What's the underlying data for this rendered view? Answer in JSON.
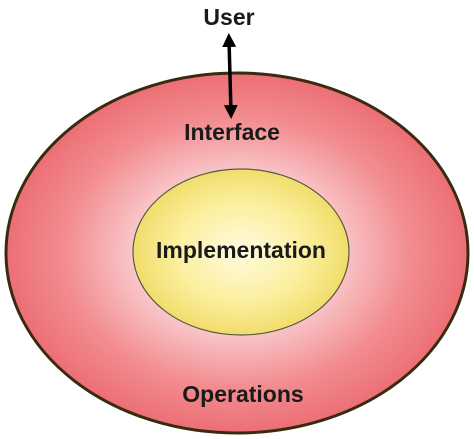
{
  "diagram": {
    "user_label": "User",
    "interface_label": "Interface",
    "implementation_label": "Implementation",
    "operations_label": "Operations"
  },
  "colors": {
    "outer_fill_edge": "#f07a7e",
    "outer_fill_center": "#ffffff",
    "outer_stroke": "#3a2a10",
    "inner_fill_edge": "#f3e27a",
    "inner_fill_center": "#fff8d0",
    "inner_stroke": "#5a5a40",
    "arrow": "#000000"
  }
}
